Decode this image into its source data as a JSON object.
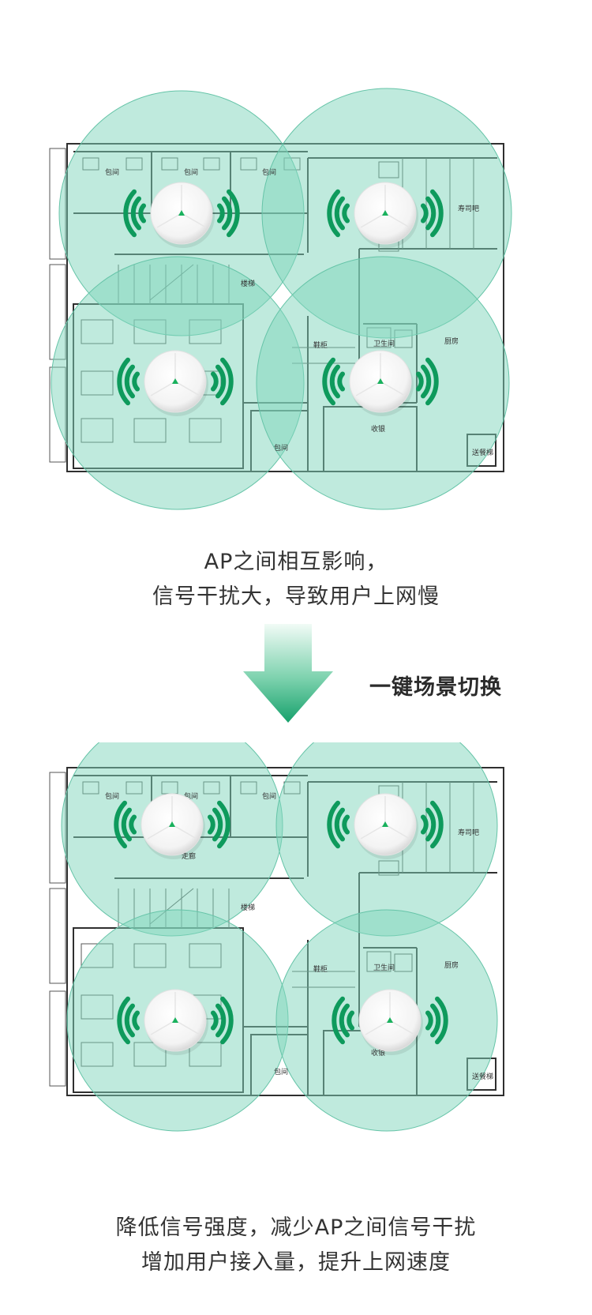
{
  "colors": {
    "coverage_fill": "#7fd6bb",
    "signal_green": "#0e9a5c",
    "floor_line": "#2f2f2f",
    "arrow_top": "#f1fbf6",
    "arrow_bottom": "#17a16c"
  },
  "top": {
    "rooms": [
      "包间",
      "包间",
      "包间",
      "寿司吧",
      "楼梯",
      "鞋柜",
      "卫生间",
      "厨房",
      "包间",
      "收银",
      "送餐梯"
    ],
    "caption_line1": "AP之间相互影响，",
    "caption_line2": "信号干扰大，导致用户上网慢"
  },
  "switch_label": "一键场景切换",
  "bottom": {
    "rooms": [
      "包间",
      "包间",
      "包间",
      "寿司吧",
      "走廊",
      "楼梯",
      "鞋柜",
      "卫生间",
      "厨房",
      "包间",
      "收银",
      "送餐梯"
    ],
    "caption_line1": "降低信号强度，减少AP之间信号干扰",
    "caption_line2": "增加用户接入量，提升上网速度"
  }
}
